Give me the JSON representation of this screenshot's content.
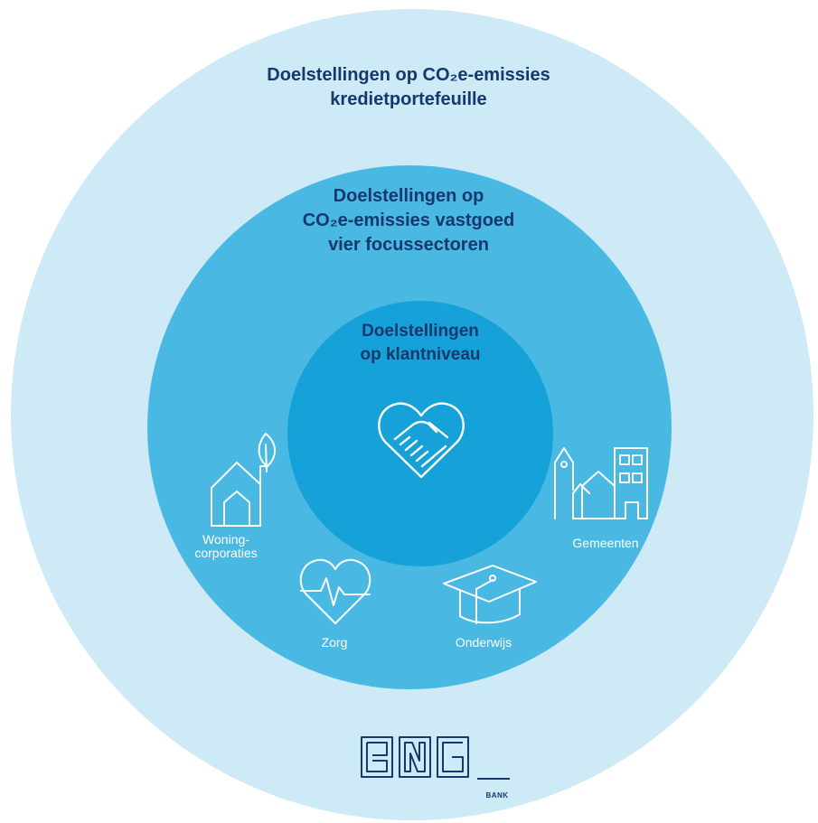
{
  "outer": {
    "title_line1": "Doelstellingen op CO₂e-emissies",
    "title_line2": "kredietportefeuille"
  },
  "middle": {
    "title_line1": "Doelstellingen op",
    "title_line2": "CO₂e-emissies vastgoed",
    "title_line3": "vier focussectoren"
  },
  "inner": {
    "title_line1": "Doelstellingen",
    "title_line2": "op klantniveau",
    "icon": "handshake-heart-icon"
  },
  "sectors": [
    {
      "label_line1": "Woning-",
      "label_line2": "corporaties",
      "icon": "house-leaf-icon"
    },
    {
      "label": "Zorg",
      "icon": "heart-pulse-icon"
    },
    {
      "label": "Onderwijs",
      "icon": "graduation-cap-icon"
    },
    {
      "label": "Gemeenten",
      "icon": "city-buildings-icon"
    }
  ],
  "logo": {
    "text": "BNG",
    "caption": "BANK"
  },
  "colors": {
    "outer_ring": "#cdeaf6",
    "middle_ring": "#49b9e4",
    "inner_circle": "#16a2d8",
    "title_text": "#15386e",
    "icon_stroke": "#ffffff"
  }
}
